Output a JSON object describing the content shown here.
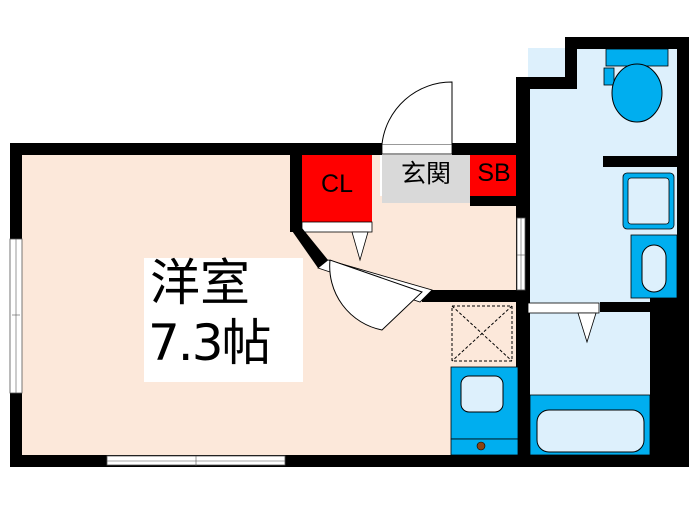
{
  "floor_plan": {
    "rooms": {
      "western_room": {
        "name": "洋室",
        "size": "7.3帖"
      },
      "closet": {
        "label": "CL"
      },
      "entrance": {
        "label": "玄関"
      },
      "shoe_box": {
        "label": "SB"
      }
    },
    "fixtures": [
      "toilet",
      "washbasin",
      "washing-machine-pan",
      "sink",
      "stove",
      "refrigerator-space",
      "bathtub"
    ],
    "colors": {
      "wall": "#000000",
      "western_room_floor": "#FCE8DA",
      "wet_area_floor": "#DDF0FC",
      "storage": "#FF0000",
      "entrance_floor": "#D9D9D9",
      "fixture_blue": "#00AEEF",
      "stove_knob": "#8B4513"
    }
  }
}
